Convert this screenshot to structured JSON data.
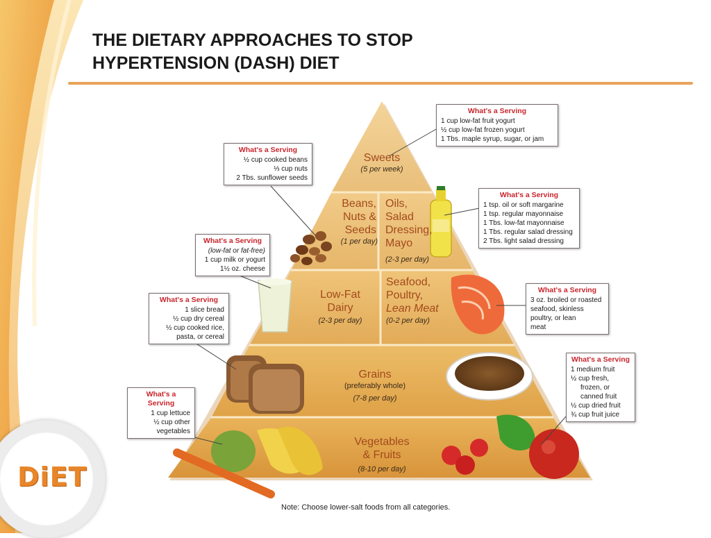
{
  "slide": {
    "title_line1": "THE DIETARY APPROACHES TO STOP",
    "title_line2": "HYPERTENSION (DASH) DIET",
    "logo_text": "DiET",
    "accent_color": "#e9a25a"
  },
  "pyramid": {
    "tiers": {
      "sweets": {
        "name": "Sweets",
        "servings": "(5 per week)"
      },
      "beans": {
        "name_lines": [
          "Beans,",
          "Nuts &",
          "Seeds"
        ],
        "servings": "(1 per day)"
      },
      "oils": {
        "name_lines": [
          "Oils,",
          "Salad",
          "Dressing,",
          "Mayo"
        ],
        "servings": "(2-3 per day)"
      },
      "dairy": {
        "name_lines": [
          "Low-Fat",
          "Dairy"
        ],
        "servings": "(2-3 per day)"
      },
      "seafood": {
        "name_lines": [
          "Seafood,",
          "Poultry,",
          "Lean Meat"
        ],
        "servings": "(0-2 per day)"
      },
      "grains": {
        "name": "Grains",
        "qualifier": "(preferably whole)",
        "servings": "(7-8 per day)"
      },
      "vegetables": {
        "name_lines": [
          "Vegetables",
          "& Fruits"
        ],
        "servings": "(8-10 per day)"
      }
    },
    "note": "Note: Choose lower-salt foods from all categories."
  },
  "servings": {
    "sweets": {
      "title": "What's a Serving",
      "lines": [
        "1 cup low-fat fruit yogurt",
        "½ cup low-fat frozen yogurt",
        "1 Tbs. maple syrup, sugar, or jam"
      ]
    },
    "beans": {
      "title": "What's a Serving",
      "lines": [
        "½ cup cooked beans",
        "⅓ cup nuts",
        "2 Tbs. sunflower seeds"
      ]
    },
    "oils": {
      "title": "What's a Serving",
      "lines": [
        "1 tsp. oil or soft margarine",
        "1 tsp. regular mayonnaise",
        "1 Tbs. low-fat mayonnaise",
        "1 Tbs. regular salad dressing",
        "2 Tbs. light salad dressing"
      ]
    },
    "dairy": {
      "title": "What's a Serving",
      "lines": [
        "(low-fat or fat-free)",
        "1 cup milk or yogurt",
        "1½ oz. cheese"
      ]
    },
    "seafood": {
      "title": "What's a Serving",
      "lines": [
        "3 oz. broiled or roasted",
        "seafood, skinless",
        "poultry, or lean",
        "meat"
      ]
    },
    "grains": {
      "title": "What's a Serving",
      "lines": [
        "1 slice bread",
        "½ cup dry cereal",
        "½ cup cooked rice,",
        "pasta, or cereal"
      ]
    },
    "fruits": {
      "title": "What's a Serving",
      "lines": [
        "1 medium fruit",
        "½ cup fresh,",
        "frozen, or",
        "canned fruit",
        "½ cup dried fruit",
        "¾ cup fruit juice"
      ]
    },
    "vegetables": {
      "title": "What's a Serving",
      "lines": [
        "1 cup lettuce",
        "½ cup other",
        "vegetables"
      ]
    }
  }
}
